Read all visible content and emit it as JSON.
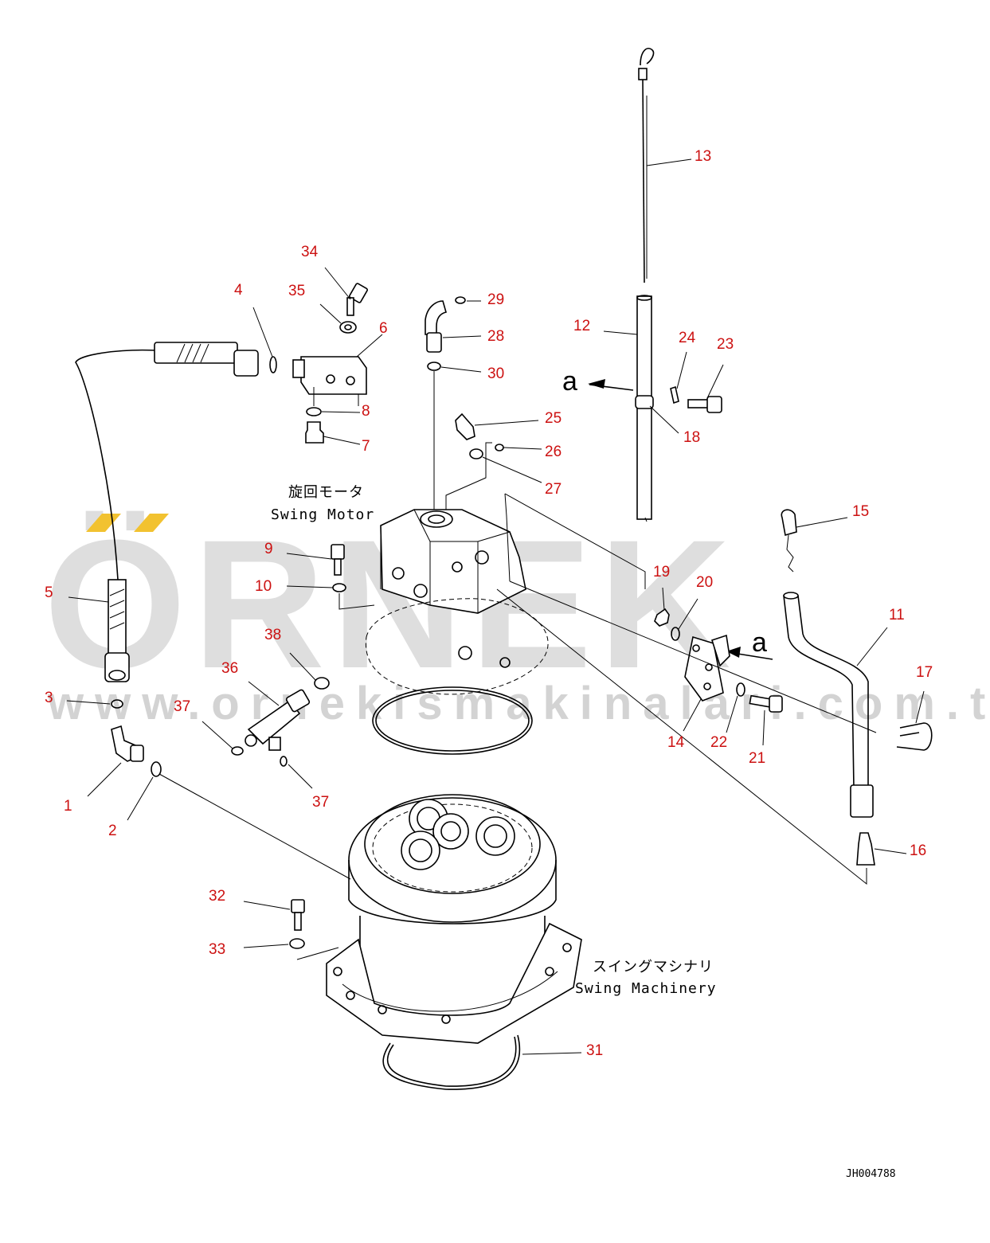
{
  "watermark": {
    "brand": "ÖRNEK",
    "url": "www.ornekismakinalari.com.tr",
    "accent_color": "#f2c230"
  },
  "labels": {
    "swing_motor_jp": "旋回モータ",
    "swing_motor_en": "Swing Motor",
    "swing_machinery_jp": "スイングマシナリ",
    "swing_machinery_en": "Swing Machinery",
    "view_a_top": "a",
    "view_a_right": "a",
    "drawing_code": "JH004788"
  },
  "callouts": [
    {
      "id": "c1",
      "text": "1"
    },
    {
      "id": "c2",
      "text": "2"
    },
    {
      "id": "c3",
      "text": "3"
    },
    {
      "id": "c4",
      "text": "4"
    },
    {
      "id": "c5",
      "text": "5"
    },
    {
      "id": "c6",
      "text": "6"
    },
    {
      "id": "c7",
      "text": "7"
    },
    {
      "id": "c8",
      "text": "8"
    },
    {
      "id": "c9",
      "text": "9"
    },
    {
      "id": "c10",
      "text": "10"
    },
    {
      "id": "c11",
      "text": "11"
    },
    {
      "id": "c12",
      "text": "12"
    },
    {
      "id": "c13",
      "text": "13"
    },
    {
      "id": "c14",
      "text": "14"
    },
    {
      "id": "c15",
      "text": "15"
    },
    {
      "id": "c16",
      "text": "16"
    },
    {
      "id": "c17",
      "text": "17"
    },
    {
      "id": "c18",
      "text": "18"
    },
    {
      "id": "c19",
      "text": "19"
    },
    {
      "id": "c20",
      "text": "20"
    },
    {
      "id": "c21",
      "text": "21"
    },
    {
      "id": "c22",
      "text": "22"
    },
    {
      "id": "c23",
      "text": "23"
    },
    {
      "id": "c24",
      "text": "24"
    },
    {
      "id": "c25",
      "text": "25"
    },
    {
      "id": "c26",
      "text": "26"
    },
    {
      "id": "c27",
      "text": "27"
    },
    {
      "id": "c28",
      "text": "28"
    },
    {
      "id": "c29",
      "text": "29"
    },
    {
      "id": "c30",
      "text": "30"
    },
    {
      "id": "c31",
      "text": "31"
    },
    {
      "id": "c32",
      "text": "32"
    },
    {
      "id": "c33",
      "text": "33"
    },
    {
      "id": "c34",
      "text": "34"
    },
    {
      "id": "c35",
      "text": "35"
    },
    {
      "id": "c36",
      "text": "36"
    },
    {
      "id": "c37a",
      "text": "37"
    },
    {
      "id": "c37b",
      "text": "37"
    },
    {
      "id": "c38",
      "text": "38"
    }
  ]
}
